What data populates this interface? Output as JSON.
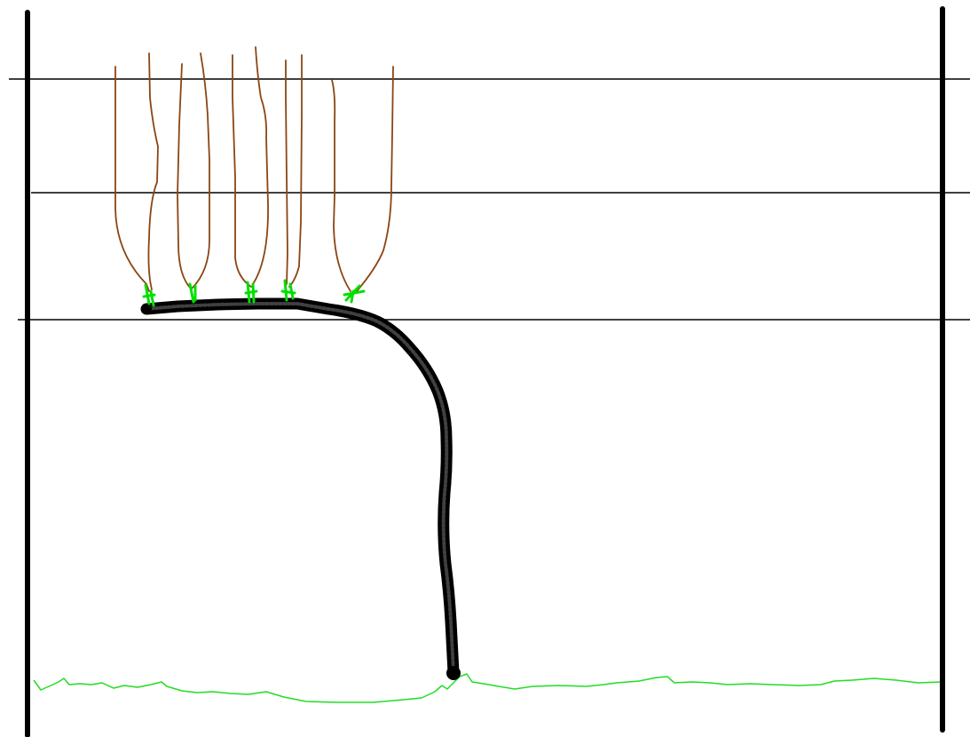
{
  "diagram": {
    "subject": "grapevine-trellis",
    "colors": {
      "background": "#ffffff",
      "post": "#000000",
      "wire": "#000000",
      "trunk": "#000000",
      "shoot": "#8b4513",
      "bud": "#00e000",
      "ground": "#22dd22"
    },
    "posts": [
      "left-post",
      "right-post"
    ],
    "wires": [
      "top-wire",
      "middle-wire",
      "cordon-wire"
    ],
    "shoot_count": 10,
    "bud_count": 5
  }
}
